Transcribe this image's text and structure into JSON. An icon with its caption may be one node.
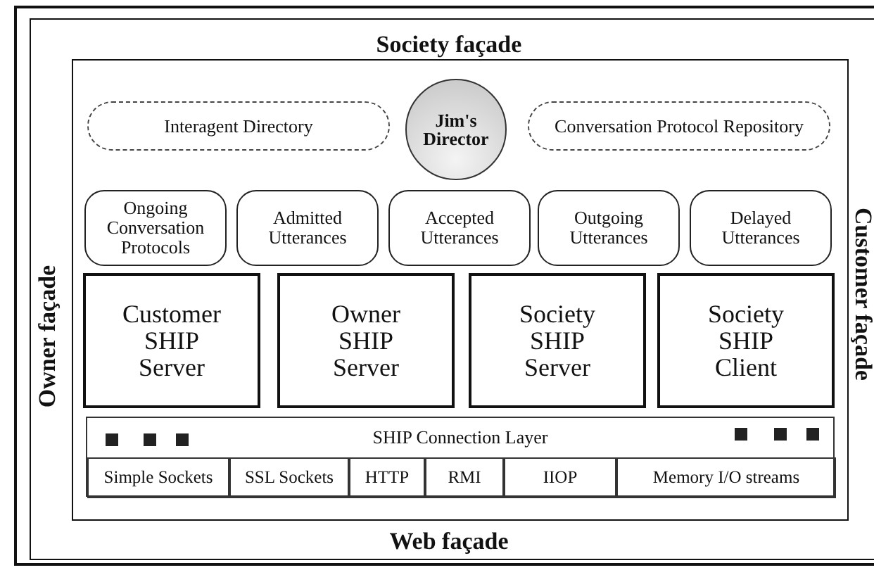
{
  "diagram": {
    "nodes": [
      {
        "text": [
          "Society façade",
          "Owner façade",
          "Customer façade",
          "Web façade"
        ]
      },
      {
        "text": [],
        "shape": "box",
        "in": 0
      },
      {
        "text": [
          "Interagent Directory"
        ],
        "in": 1
      },
      {
        "text": [
          "Jim's Director"
        ],
        "in": 1
      },
      {
        "text": [
          "Conversation Protocol Repository"
        ],
        "in": 1
      },
      {
        "text": [
          "Ongoing Conversation Protocols"
        ],
        "in": 1
      },
      {
        "text": [
          "Admitted Utterances"
        ],
        "in": 1
      },
      {
        "text": [
          "Accepted Utterances"
        ],
        "in": 1
      },
      {
        "text": [
          "Outgoing Utterances"
        ],
        "in": 1
      },
      {
        "text": [
          "Delayed Utterances"
        ],
        "in": 1
      },
      {
        "text": [
          "Customer SHIP Server"
        ],
        "in": 1
      },
      {
        "text": [
          "Owner SHIP Server"
        ],
        "in": 1
      },
      {
        "text": [
          "Society SHIP Server"
        ],
        "in": 1
      },
      {
        "text": [
          "Society SHIP Client"
        ],
        "in": 1
      },
      {
        "text": [
          "SHIP Connection Layer"
        ],
        "in": 1
      },
      {
        "text": [
          "Simple Sockets"
        ],
        "in": 14
      },
      {
        "text": [
          "SSL Sockets"
        ],
        "in": 14
      },
      {
        "text": [
          "HTTP"
        ],
        "in": 14
      },
      {
        "text": [
          "RMI"
        ],
        "in": 14
      },
      {
        "text": [
          "IIOP"
        ],
        "in": 14
      },
      {
        "text": [
          "Memory I/O streams"
        ],
        "in": 14
      }
    ]
  }
}
